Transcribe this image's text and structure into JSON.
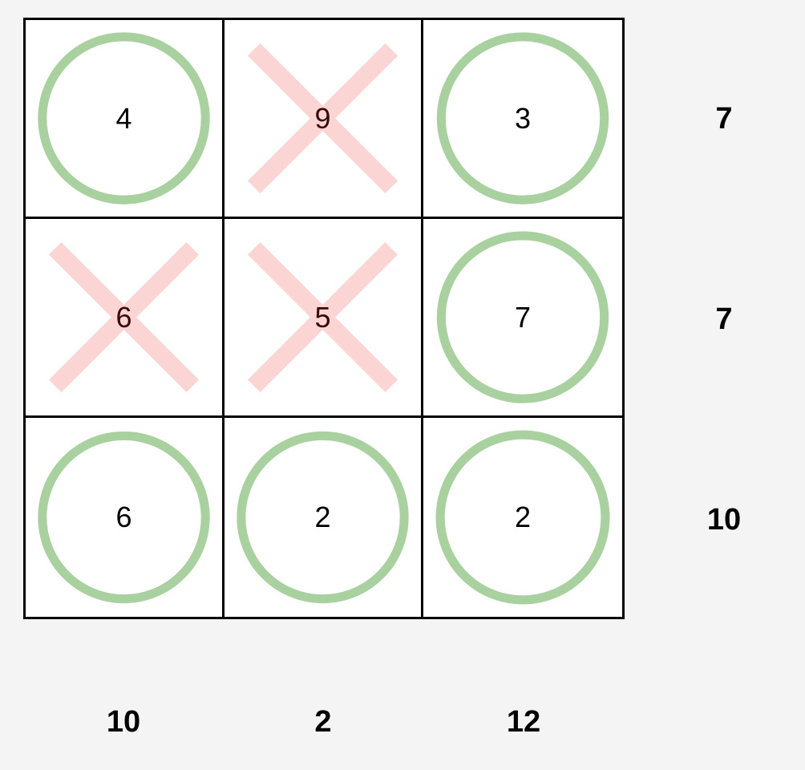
{
  "colors": {
    "circle": "#a9d1a0",
    "cross": "#fbd5d3",
    "grid": "#000000",
    "cell_bg": "#ffffff",
    "page_bg": "#f4f4f4"
  },
  "board": {
    "cells": [
      {
        "mark": "O",
        "value": "4"
      },
      {
        "mark": "X",
        "value": "9"
      },
      {
        "mark": "O",
        "value": "3"
      },
      {
        "mark": "X",
        "value": "6"
      },
      {
        "mark": "X",
        "value": "5"
      },
      {
        "mark": "O",
        "value": "7"
      },
      {
        "mark": "O",
        "value": "6"
      },
      {
        "mark": "O",
        "value": "2"
      },
      {
        "mark": "O",
        "value": "2"
      }
    ]
  },
  "row_sums": [
    "7",
    "7",
    "10"
  ],
  "col_sums": [
    "10",
    "2",
    "12"
  ]
}
